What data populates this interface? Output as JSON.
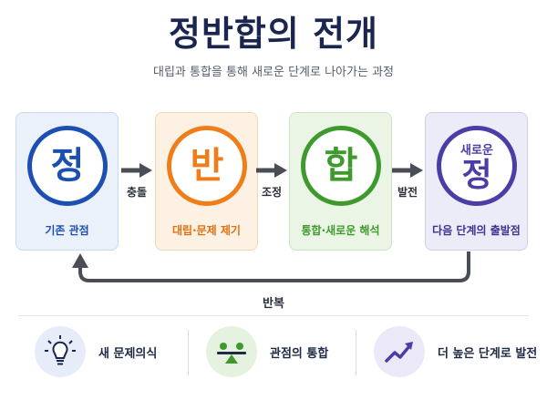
{
  "header": {
    "title": "정반합의 전개",
    "subtitle": "대립과 통합을 통해 새로운 단계로 나아가는 과정"
  },
  "stages": [
    {
      "glyph": "정",
      "label": "기존 관점",
      "color": "#1d4fb3"
    },
    {
      "glyph": "반",
      "label": "대립·문제 제기",
      "color": "#ef7d1a"
    },
    {
      "glyph": "합",
      "label": "통합·새로운 해석",
      "color": "#3e9a2d"
    },
    {
      "glyph_top": "새로운",
      "glyph": "정",
      "label": "다음 단계의 출발점",
      "color": "#4a3da6"
    }
  ],
  "transitions": [
    "충돌",
    "조정",
    "발전"
  ],
  "loop": {
    "label": "반복"
  },
  "bottom": [
    {
      "icon": "lightbulb-icon",
      "label": "새 문제의식"
    },
    {
      "icon": "balance-icon",
      "label": "관점의 통합"
    },
    {
      "icon": "trend-up-icon",
      "label": "더 높은 단계로 발전"
    }
  ]
}
